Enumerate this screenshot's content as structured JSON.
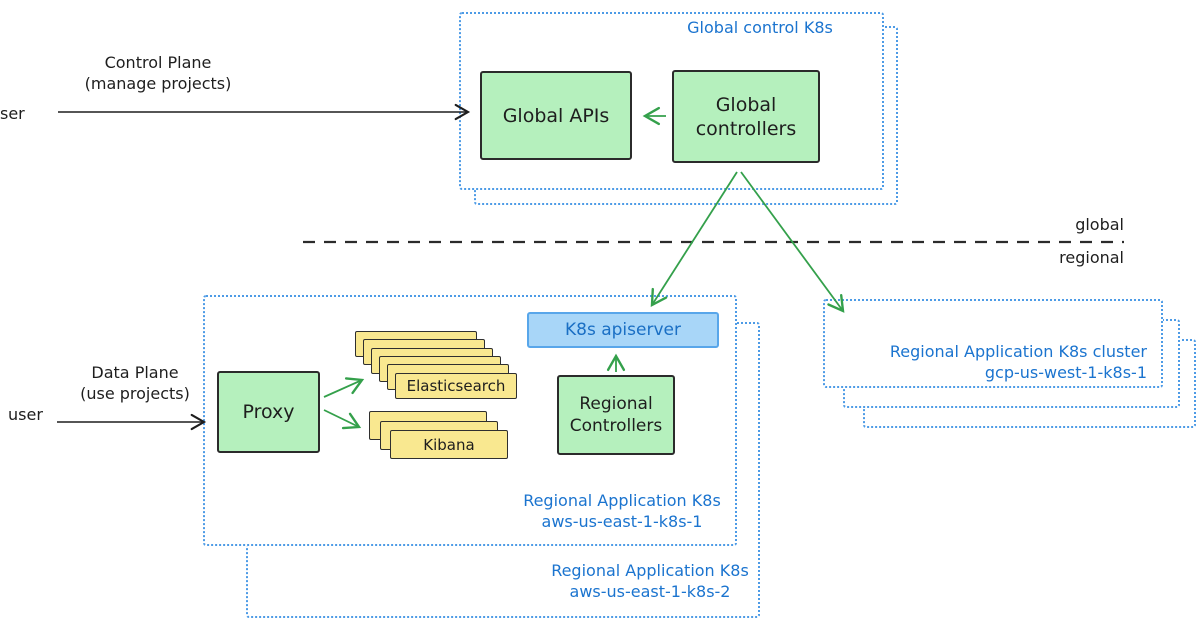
{
  "labels": {
    "user_top": "ser",
    "user_bottom": "user",
    "control_plane_1": "Control Plane",
    "control_plane_2": "(manage projects)",
    "data_plane_1": "Data Plane",
    "data_plane_2": "(use projects)",
    "divider_above": "global",
    "divider_below": "regional"
  },
  "clusters": {
    "global": {
      "title": "Global control K8s"
    },
    "aws1": {
      "title_1": "Regional Application K8s",
      "title_2": "aws-us-east-1-k8s-1"
    },
    "aws2": {
      "title_1": "Regional Application K8s",
      "title_2": "aws-us-east-1-k8s-2"
    },
    "gcp": {
      "title_1": "Regional Application K8s cluster",
      "title_2": "gcp-us-west-1-k8s-1"
    }
  },
  "nodes": {
    "global_apis": "Global APIs",
    "global_controllers_1": "Global",
    "global_controllers_2": "controllers",
    "proxy": "Proxy",
    "k8s_apiserver": "K8s apiserver",
    "regional_controllers_1": "Regional",
    "regional_controllers_2": "Controllers",
    "elasticsearch": "Elasticsearch",
    "kibana": "Kibana"
  },
  "stacks": {
    "elasticsearch_count": 6,
    "kibana_count": 3
  },
  "colors": {
    "background": "#ffffff",
    "ink": "#1e1e1e",
    "green_fill": "#b5f0bd",
    "green_arrow": "#34a04b",
    "yellow_fill": "#f9e890",
    "blue_fill": "#a8d6f8",
    "blue_border": "#58a6ea",
    "blue_dotted": "#4d9be6",
    "blue_text": "#1b74cf"
  }
}
